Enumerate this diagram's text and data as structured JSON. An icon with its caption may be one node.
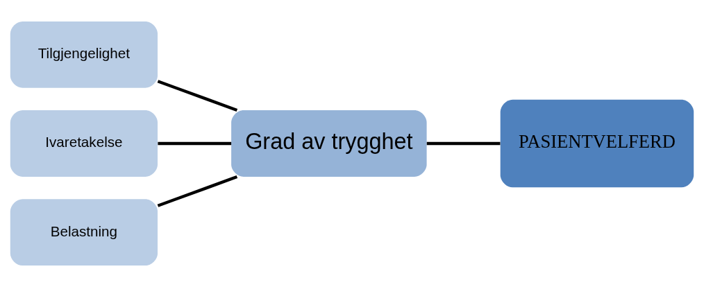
{
  "diagram": {
    "nodes": [
      {
        "text": [
          "Tilgjengelighet"
        ]
      },
      {
        "text": [
          "Ivaretakelse"
        ]
      },
      {
        "text": [
          "Belastning"
        ]
      },
      {
        "text": [
          "Grad av trygghet"
        ]
      },
      {
        "text": [
          "PASIENTVELFERD"
        ]
      }
    ],
    "edges": [
      {
        "from": 0,
        "to": 3,
        "arrow": "none"
      },
      {
        "from": 1,
        "to": 3,
        "arrow": "none"
      },
      {
        "from": 2,
        "to": 3,
        "arrow": "none"
      },
      {
        "from": 3,
        "to": 4,
        "arrow": "none"
      }
    ]
  }
}
